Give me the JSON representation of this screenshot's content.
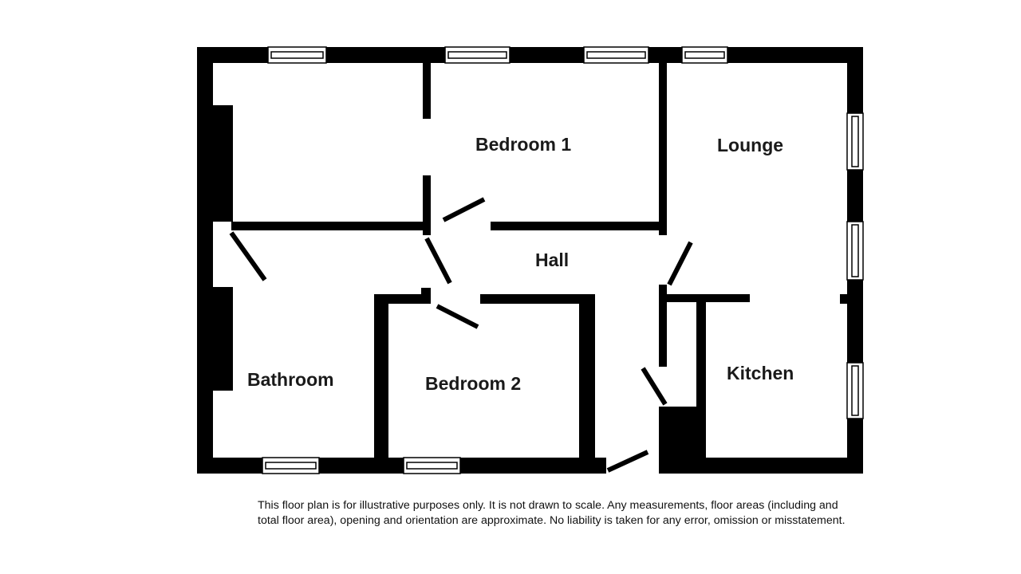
{
  "rooms": {
    "bedroom1": "Bedroom 1",
    "lounge": "Lounge",
    "hall": "Hall",
    "bathroom": "Bathroom",
    "bedroom2": "Bedroom 2",
    "kitchen": "Kitchen"
  },
  "disclaimer": "This floor plan is for illustrative purposes only. It is not drawn to scale. Any measurements, floor areas (including and total floor area), opening and orientation are approximate. No liability is taken for any error, omission or misstatement.",
  "colors": {
    "wall": "#000000",
    "window_frame": "#ffffff",
    "background": "#ffffff"
  }
}
